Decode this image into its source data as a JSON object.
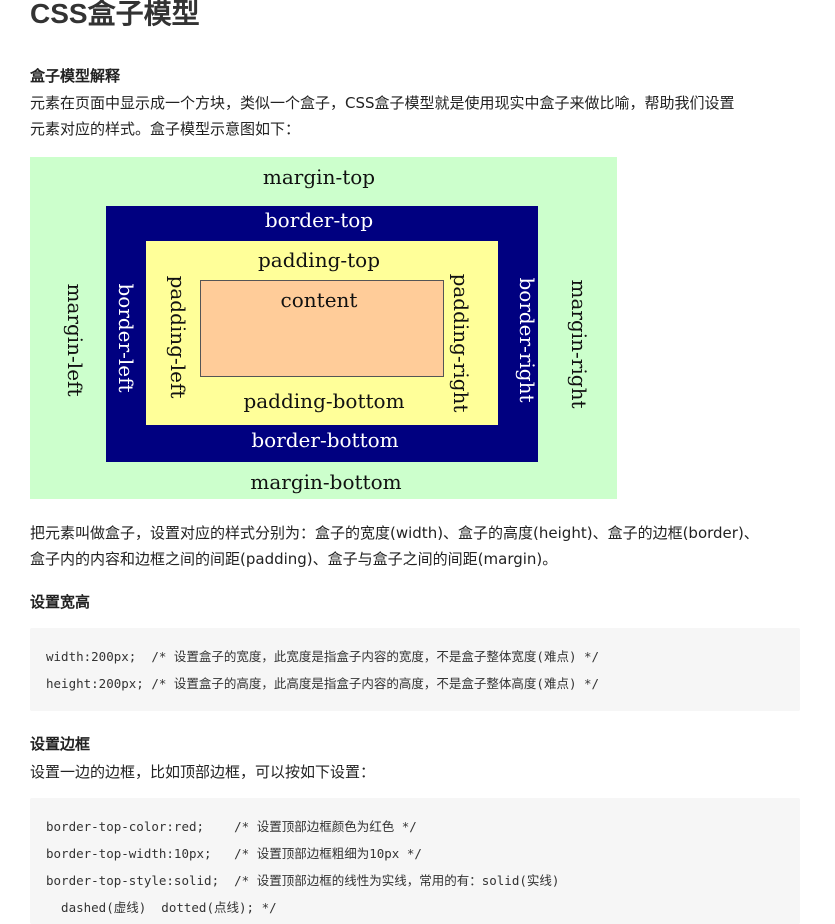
{
  "page_title": "CSS盒子模型",
  "section_intro": {
    "heading": "盒子模型解释",
    "lines": [
      "元素在页面中显示成一个方块，类似一个盒子，CSS盒子模型就是使用现实中盒子来做比喻，帮助我们设置",
      "元素对应的样式。盒子模型示意图如下："
    ]
  },
  "diagram": {
    "margin_top": "margin-top",
    "margin_bottom": "margin-bottom",
    "margin_left": "margin-left",
    "margin_right": "margin-right",
    "border_top": "border-top",
    "border_bottom": "border-bottom",
    "border_left": "border-left",
    "border_right": "border-right",
    "padding_top": "padding-top",
    "padding_bottom": "padding-bottom",
    "padding_left": "padding-left",
    "padding_right": "padding-right",
    "content": "content",
    "colors": {
      "margin": "#ccffcc",
      "border": "#000080",
      "padding": "#ffff99",
      "content": "#ffcc99"
    }
  },
  "explain": {
    "lines": [
      "把元素叫做盒子，设置对应的样式分别为：盒子的宽度(width)、盒子的高度(height)、盒子的边框(border)、",
      "盒子内的内容和边框之间的间距(padding)、盒子与盒子之间的间距(margin)。"
    ]
  },
  "section_size": {
    "heading": "设置宽高",
    "code": [
      "width:200px;  /* 设置盒子的宽度，此宽度是指盒子内容的宽度，不是盒子整体宽度(难点) */",
      "height:200px; /* 设置盒子的高度，此高度是指盒子内容的高度，不是盒子整体高度(难点) */"
    ]
  },
  "section_border": {
    "heading": "设置边框",
    "description": "设置一边的边框，比如顶部边框，可以按如下设置：",
    "code": [
      "border-top-color:red;    /* 设置顶部边框颜色为红色 */",
      "border-top-width:10px;   /* 设置顶部边框粗细为10px */",
      "border-top-style:solid;  /* 设置顶部边框的线性为实线，常用的有：solid(实线)",
      "  dashed(虚线)  dotted(点线); */"
    ]
  }
}
